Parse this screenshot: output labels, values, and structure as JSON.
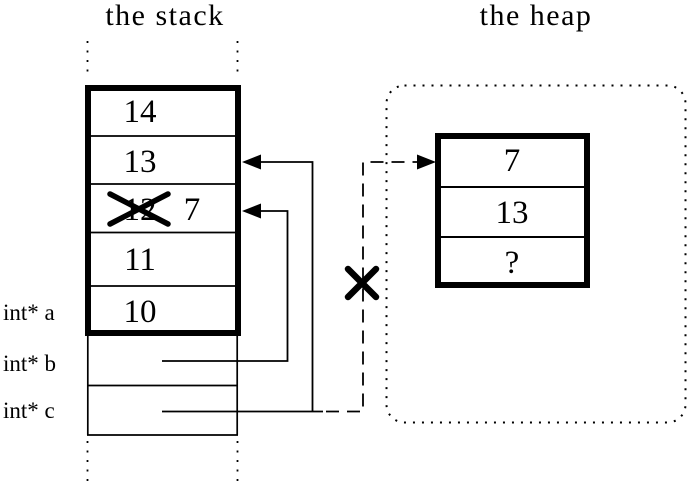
{
  "diagram": {
    "stack_title": "the stack",
    "heap_title": "the heap"
  },
  "stack": {
    "rows": [
      "14",
      "13",
      "12",
      "11",
      "10"
    ],
    "overwrite_value": "7"
  },
  "variables": {
    "a": "int* a",
    "b": "int* b",
    "c": "int* c"
  },
  "heap": {
    "rows": [
      "7",
      "13",
      "?"
    ]
  },
  "colors": {
    "ink": "#000000",
    "background": "#ffffff"
  }
}
